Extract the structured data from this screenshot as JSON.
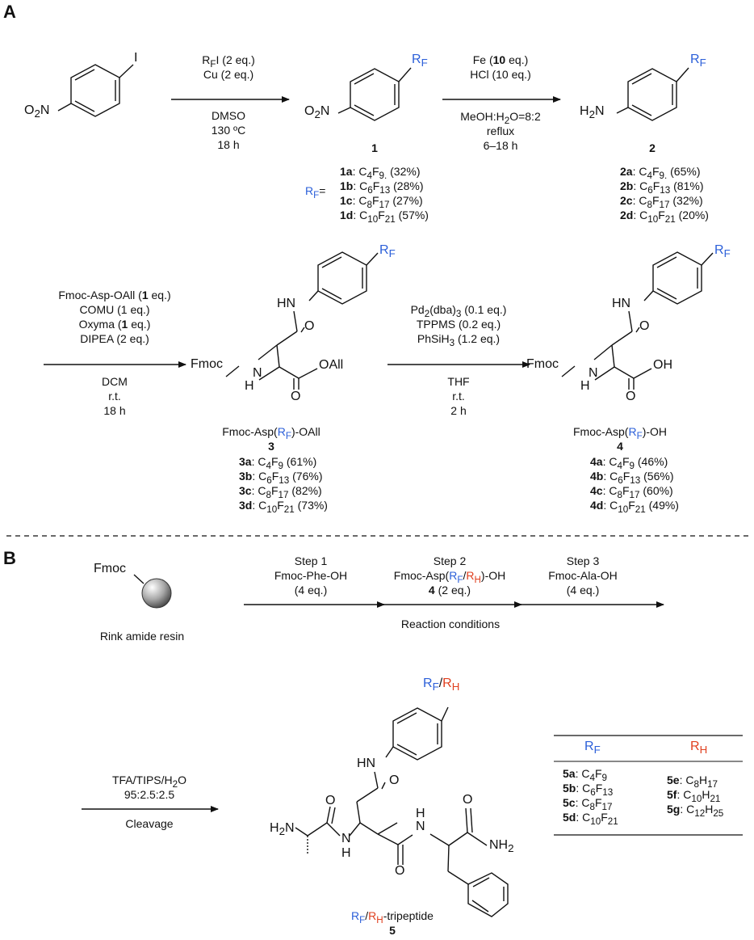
{
  "panels": {
    "a": "A",
    "b": "B"
  },
  "colors": {
    "rf_blue": "#2b5fd9",
    "rh_red": "#e0401f",
    "ink": "#111111"
  },
  "step1": {
    "cond1": "R",
    "cond1_sub": "F",
    "cond1_rest": "I (2 eq.)",
    "cond2": "Cu (2 eq.)",
    "solvent": "DMSO",
    "temp": "130 ºC",
    "time": "18 h"
  },
  "step2": {
    "cond1": "Fe (",
    "cond1_b": "10",
    "cond1_rest": " eq.)",
    "cond2": "HCl (10 eq.)",
    "solvent": "MeOH:H",
    "solvent_sub": "2",
    "solvent_rest": "O=8:2",
    "temp": "reflux",
    "time": "6–18 h"
  },
  "compound1": {
    "number": "1",
    "o2n": "O",
    "o2n_sub": "2",
    "o2n_n": "N"
  },
  "compound2": {
    "number": "2",
    "h2n": "H",
    "h2n_sub": "2",
    "h2n_n": "N"
  },
  "sm": {
    "o2n": "O",
    "o2n_sub": "2",
    "o2n_n": "N",
    "iodo": "I"
  },
  "rf_label": {
    "r": "R",
    "sub": "F",
    "eq": "="
  },
  "series1": [
    {
      "id": "1a",
      "text": ": C",
      "s1": "4",
      "f": "F",
      "s2": "9.",
      "yield": " (32%)"
    },
    {
      "id": "1b",
      "text": ": C",
      "s1": "6",
      "f": "F",
      "s2": "13",
      "yield": " (28%)"
    },
    {
      "id": "1c",
      "text": ": C",
      "s1": "8",
      "f": "F",
      "s2": "17",
      "yield": " (27%)"
    },
    {
      "id": "1d",
      "text": ": C",
      "s1": "10",
      "f": "F",
      "s2": "21",
      "yield": " (57%)"
    }
  ],
  "series2": [
    {
      "id": "2a",
      "text": ": C",
      "s1": "4",
      "f": "F",
      "s2": "9.",
      "yield": " (65%)"
    },
    {
      "id": "2b",
      "text": ": C",
      "s1": "6",
      "f": "F",
      "s2": "13",
      "yield": " (81%)"
    },
    {
      "id": "2c",
      "text": ": C",
      "s1": "8",
      "f": "F",
      "s2": "17",
      "yield": " (32%)"
    },
    {
      "id": "2d",
      "text": ": C",
      "s1": "10",
      "f": "F",
      "s2": "21",
      "yield": " (20%)"
    }
  ],
  "step3": {
    "c1": "Fmoc-Asp-OAll (",
    "c1b": "1",
    "c1r": " eq.)",
    "c2": "COMU (1 eq.)",
    "c3": "Oxyma (",
    "c3b": "1",
    "c3r": " eq.)",
    "c4": "DIPEA (2 eq.)",
    "solvent": "DCM",
    "temp": "r.t.",
    "time": "18 h"
  },
  "step4": {
    "c1": "Pd",
    "c1s": "2",
    "c1r": "(dba)",
    "c1s2": "3",
    "c1r2": " (0.1 eq.)",
    "c2": "TPPMS (0.2 eq.)",
    "c3": "PhSiH",
    "c3s": "3",
    "c3r": " (1.2 eq.)",
    "solvent": "THF",
    "temp": "r.t.",
    "time": "2 h"
  },
  "compound3": {
    "name_pre": "Fmoc-Asp(",
    "name_r": "R",
    "name_sub": "F",
    "name_post": ")-OAll",
    "number": "3",
    "fmoc": "Fmoc",
    "nh": "N",
    "h": "H",
    "hn": "HN",
    "o1": "O",
    "oall": "OAll",
    "o2": "O"
  },
  "compound4": {
    "name_pre": "Fmoc-Asp(",
    "name_r": "R",
    "name_sub": "F",
    "name_post": ")-OH",
    "number": "4",
    "fmoc": "Fmoc",
    "nh": "N",
    "h": "H",
    "hn": "HN",
    "o1": "O",
    "oh": "OH",
    "o2": "O"
  },
  "series3": [
    {
      "id": "3a",
      "text": ": C",
      "s1": "4",
      "f": "F",
      "s2": "9",
      "yield": " (61%)"
    },
    {
      "id": "3b",
      "text": ": C",
      "s1": "6",
      "f": "F",
      "s2": "13",
      "yield": " (76%)"
    },
    {
      "id": "3c",
      "text": ": C",
      "s1": "8",
      "f": "F",
      "s2": "17",
      "yield": " (82%)"
    },
    {
      "id": "3d",
      "text": ": C",
      "s1": "10",
      "f": "F",
      "s2": "21",
      "yield": " (73%)"
    }
  ],
  "series4": [
    {
      "id": "4a",
      "text": ": C",
      "s1": "4",
      "f": "F",
      "s2": "9",
      "yield": " (46%)"
    },
    {
      "id": "4b",
      "text": ": C",
      "s1": "6",
      "f": "F",
      "s2": "13",
      "yield": " (56%)"
    },
    {
      "id": "4c",
      "text": ": C",
      "s1": "8",
      "f": "F",
      "s2": "17",
      "yield": " (60%)"
    },
    {
      "id": "4d",
      "text": ": C",
      "s1": "10",
      "f": "F",
      "s2": "21",
      "yield": " (49%)"
    }
  ],
  "resin": {
    "fmoc": "Fmoc",
    "label": "Rink amide resin"
  },
  "spps": {
    "step1_title": "Step 1",
    "step1_reagent": "Fmoc-Phe-OH",
    "step1_eq": "(4 eq.)",
    "step2_title": "Step 2",
    "step2_pre": "Fmoc-Asp(",
    "step2_rf": "R",
    "step2_rf_sub": "F",
    "step2_slash": "/",
    "step2_rh": "R",
    "step2_rh_sub": "H",
    "step2_post": ")-OH",
    "step2_num": "4",
    "step2_eq": " (2 eq.)",
    "step3_title": "Step 3",
    "step3_reagent": "Fmoc-Ala-OH",
    "step3_eq": "(4 eq.)",
    "conditions": "Reaction conditions"
  },
  "cleavage": {
    "line1": "TFA/TIPS/H",
    "line1_sub": "2",
    "line1_post": "O",
    "line2": "95:2.5:2.5",
    "label": "Cleavage"
  },
  "tripeptide": {
    "rf": "R",
    "rf_sub": "F",
    "slash": "/",
    "rh": "R",
    "rh_sub": "H",
    "suffix": "-tripeptide",
    "number": "5",
    "h2n": "H",
    "h2n_sub": "2",
    "h2n_n": "N",
    "hn": "HN",
    "o_top": "O",
    "nh1_n": "N",
    "nh1_h": "H",
    "nh2_n": "N",
    "nh2_h": "H",
    "o_mid": "O",
    "o_left": "O",
    "o_right": "O",
    "nh2": "NH",
    "nh2_sub": "2"
  },
  "table": {
    "col_rf": "R",
    "col_rf_sub": "F",
    "col_rh": "R",
    "col_rh_sub": "H",
    "rf_rows": [
      {
        "id": "5a",
        "c": ": C",
        "s1": "4",
        "f": "F",
        "s2": "9"
      },
      {
        "id": "5b",
        "c": ": C",
        "s1": "6",
        "f": "F",
        "s2": "13"
      },
      {
        "id": "5c",
        "c": ": C",
        "s1": "8",
        "f": "F",
        "s2": "17"
      },
      {
        "id": "5d",
        "c": ": C",
        "s1": "10",
        "f": "F",
        "s2": "21"
      }
    ],
    "rh_rows": [
      {
        "id": "5e",
        "c": ": C",
        "s1": "8",
        "f": "H",
        "s2": "17"
      },
      {
        "id": "5f",
        "c": ": C",
        "s1": "10",
        "f": "H",
        "s2": "21"
      },
      {
        "id": "5g",
        "c": ": C",
        "s1": "12",
        "f": "H",
        "s2": "25"
      }
    ]
  }
}
